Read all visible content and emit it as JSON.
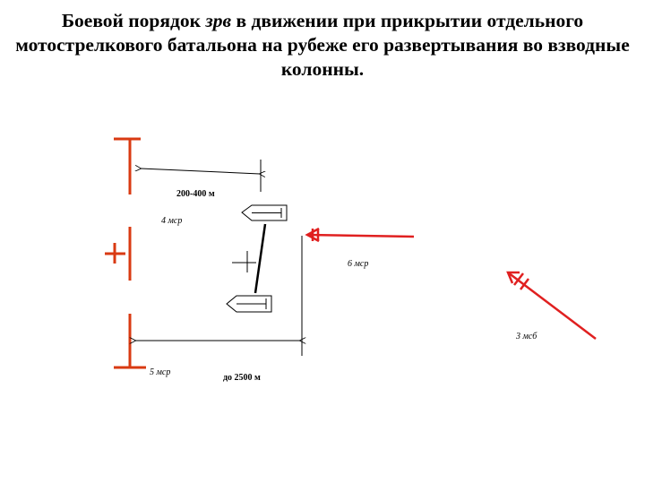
{
  "title": {
    "before": "Боевой порядок ",
    "italic": "зрв",
    "after": " в движении при прикрытии отдельного мотострелкового батальона на рубеже его развертывания во взводные колонны."
  },
  "labels": {
    "distance_short": "200-400 м",
    "platoon_4": "4 мср",
    "platoon_6": "6 мср",
    "platoon_5": "5 мср",
    "distance_long": "до 2500 м",
    "battalion_3": "3 мсб"
  },
  "colors": {
    "red": "#e02020",
    "orange_red": "#d93a12",
    "black": "#000000"
  },
  "icons": [
    "position-bracket-icon",
    "platoon-cross-icon",
    "vehicle-icon",
    "attack-arrow-icon"
  ]
}
